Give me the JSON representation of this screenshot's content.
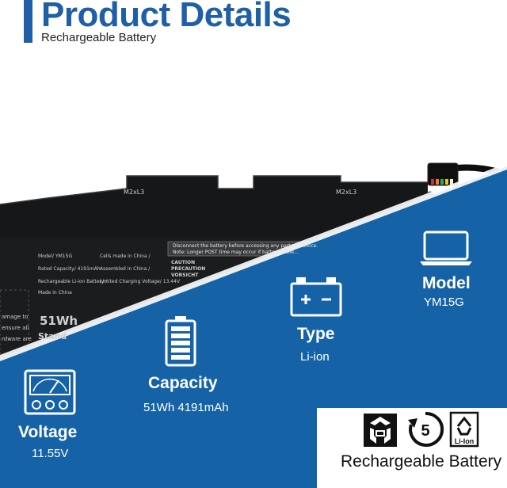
{
  "header": {
    "title": "Product Details",
    "subtitle": "Rechargeable Battery"
  },
  "battery_label": {
    "connector_mark_left": "M2xL3",
    "connector_mark_right": "M2xL3",
    "model_field": "Model/",
    "model_value": "YM15G",
    "rated_capacity_field": "Rated Capacity/",
    "rated_capacity_value": "4191mAh",
    "battery_type_field": "Rechargeable Li-ion Battery /",
    "made_in": "Made in China",
    "cells_made_in": "Cells made in China /",
    "assembled_in": "Assembled in China /",
    "charging_voltage_field": "Limited Charging Voltage/",
    "charging_voltage_value": "13.44V",
    "warning_line1": "Disconnect the battery before accessing any parts or device.",
    "warning_line2": "Note: Longer POST time may occur if battery cable...",
    "caution": "CAUTION",
    "precaution": "PRECAUTION",
    "vorsicht": "VORSICHT",
    "energy": "51Wh",
    "standard_partial": "Stand",
    "side_text_1": "amage to",
    "side_text_2": "ensure all",
    "side_text_3": "rdware are"
  },
  "specs": {
    "model": {
      "label": "Model",
      "value": "YM15G",
      "icon": "laptop-icon"
    },
    "type": {
      "label": "Type",
      "value": "Li-ion",
      "icon": "battery-terminals-icon"
    },
    "capacity": {
      "label": "Capacity",
      "value": "51Wh 4191mAh",
      "icon": "battery-level-icon"
    },
    "voltage": {
      "label": "Voltage",
      "value": "11.55V",
      "icon": "voltmeter-icon"
    }
  },
  "recycling": {
    "caption": "Rechargeable Battery",
    "cycle_number": "5",
    "li_ion_mark": "Li-Ion",
    "icons": [
      "recycle-symbol-icon",
      "cycle-5-icon",
      "li-ion-recycle-icon"
    ]
  },
  "colors": {
    "brand_blue": "#1e5fa8",
    "panel_blue": "#1563a6",
    "battery_black": "#161718"
  }
}
